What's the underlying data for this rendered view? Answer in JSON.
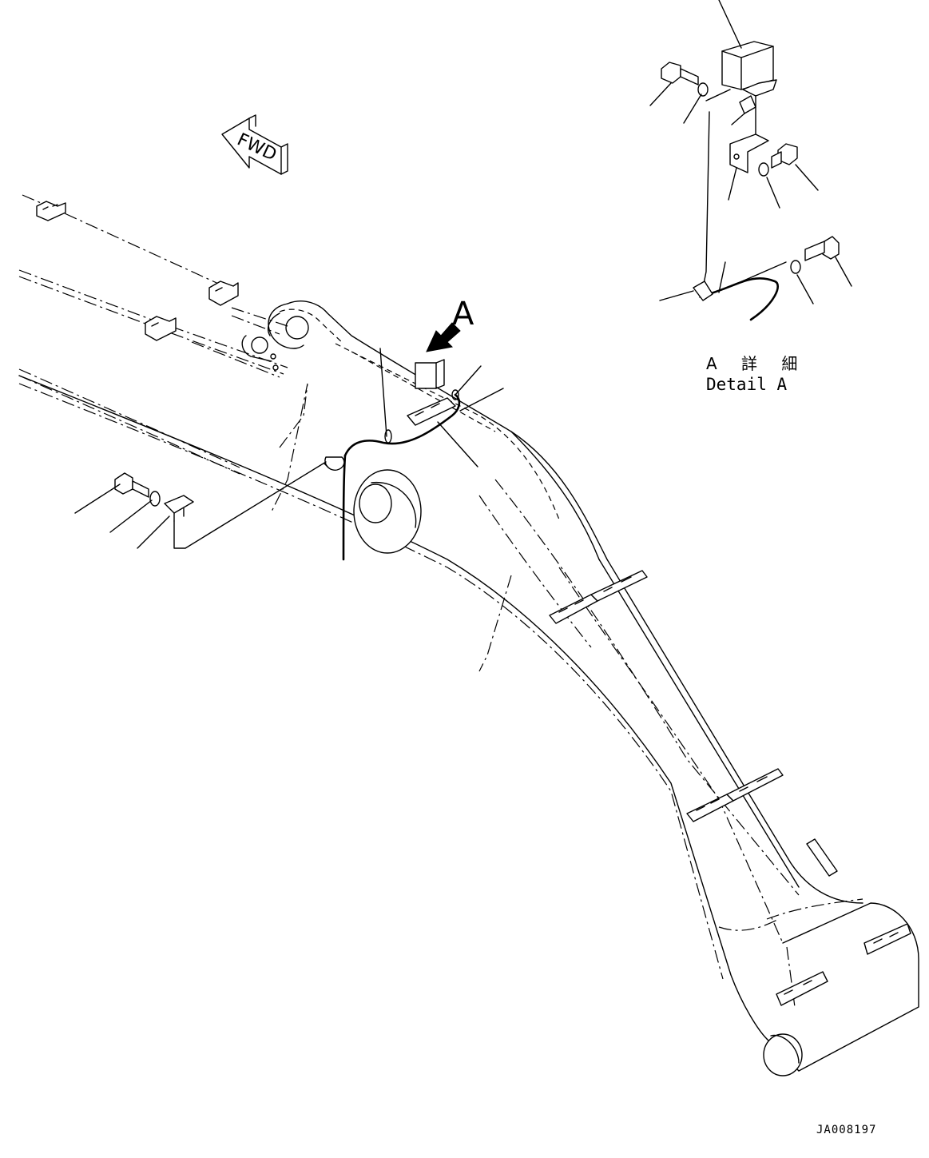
{
  "view_callout": "A",
  "detail": {
    "title_jp": "A 詳 細",
    "title_en": "Detail A"
  },
  "fwd_marker": "FWD",
  "drawing_code": "JA008197",
  "colors": {
    "ink": "#000000",
    "paper": "#ffffff"
  }
}
